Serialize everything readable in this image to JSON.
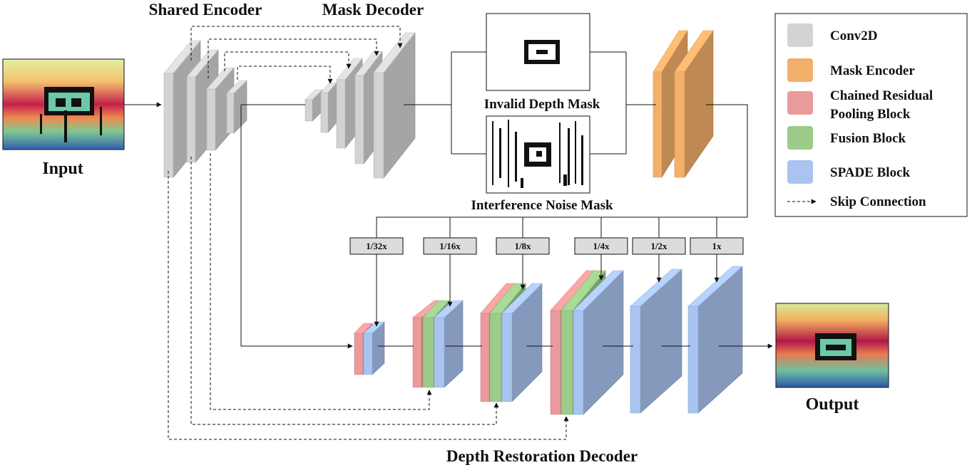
{
  "titles": {
    "shared_encoder": "Shared Encoder",
    "mask_decoder": "Mask Decoder",
    "input": "Input",
    "output": "Output",
    "invalid_mask": "Invalid Depth Mask",
    "noise_mask": "Interference Noise Mask",
    "depth_decoder": "Depth Restoration Decoder"
  },
  "scales": [
    "1/32x",
    "1/16x",
    "1/8x",
    "1/4x",
    "1/2x",
    "1x"
  ],
  "legend": {
    "conv2d": "Conv2D",
    "mask_encoder": "Mask Encoder",
    "crp_line1": "Chained Residual",
    "crp_line2": "Pooling Block",
    "fusion": "Fusion Block",
    "spade": "SPADE Block",
    "skip": "Skip Connection"
  },
  "colors": {
    "conv2d": "#d3d3d3",
    "mask_encoder": "#f4b06b",
    "crp": "#ea9a9a",
    "fusion": "#9ccb8a",
    "spade": "#a9c4f0"
  }
}
